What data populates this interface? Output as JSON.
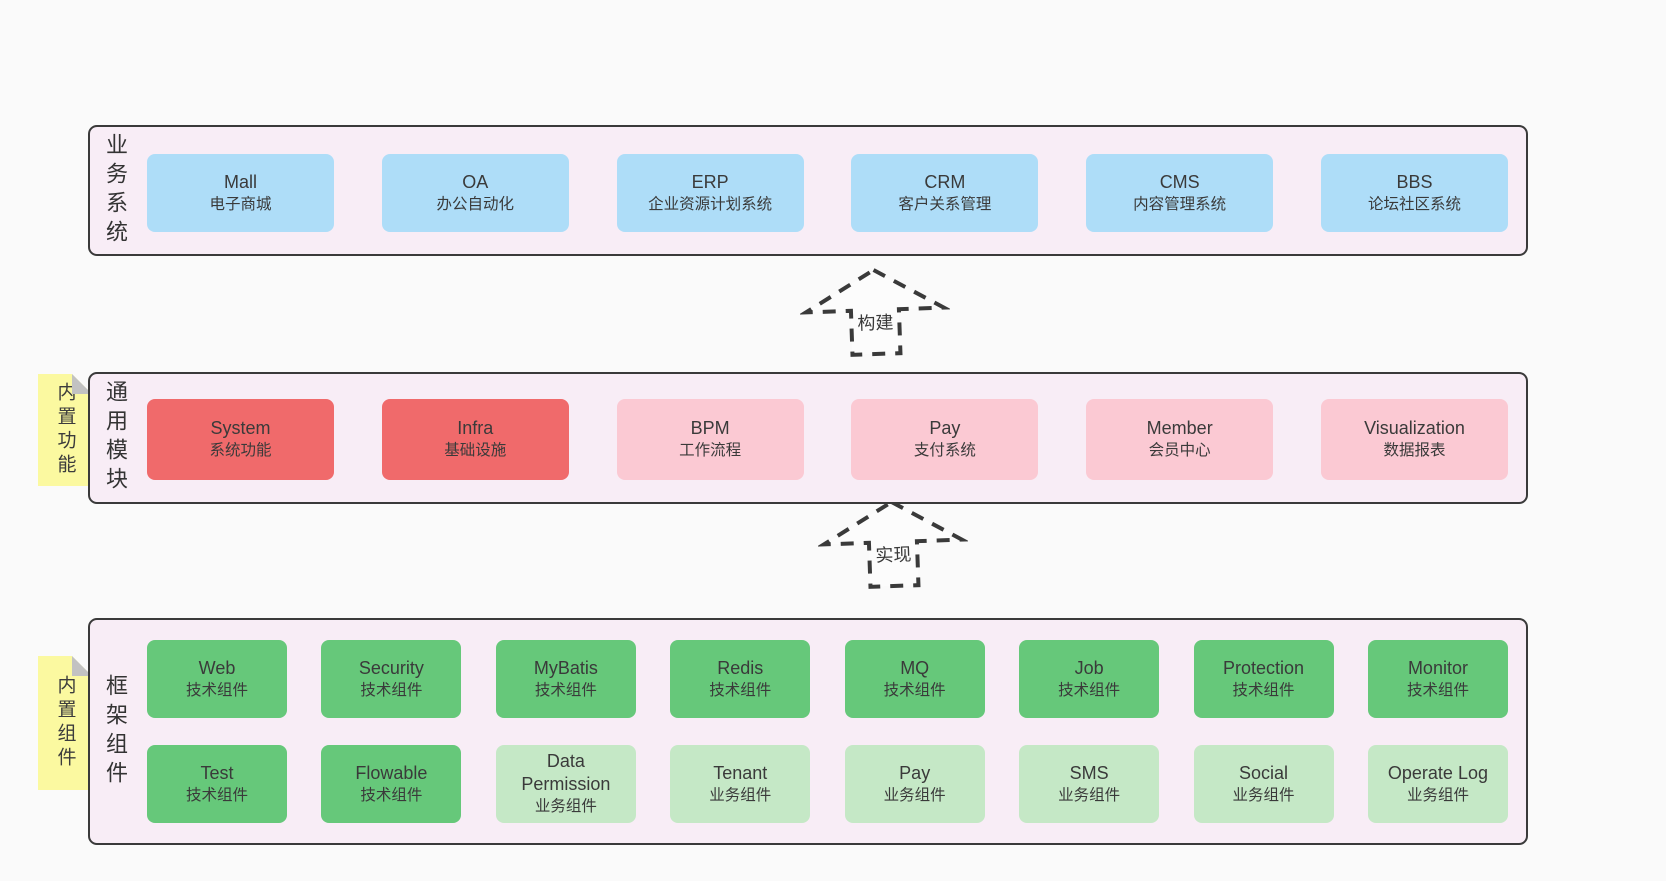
{
  "colors": {
    "page_bg": "#fafafa",
    "container_bg": "#f8edf6",
    "container_border": "#3a3a3a",
    "business_box_blue": "#aeddf8",
    "module_box_red": "#f06a6b",
    "module_box_pink": "#fbc9d3",
    "tech_box_green": "#66c87a",
    "biz_box_light_green": "#c5e8c6",
    "sticky_yellow": "#fbf9a0",
    "text": "#3a3a3a"
  },
  "business_layer": {
    "label": "业务系统",
    "boxes": [
      {
        "title": "Mall",
        "subtitle": "电子商城"
      },
      {
        "title": "OA",
        "subtitle": "办公自动化"
      },
      {
        "title": "ERP",
        "subtitle": "企业资源计划系统"
      },
      {
        "title": "CRM",
        "subtitle": "客户关系管理"
      },
      {
        "title": "CMS",
        "subtitle": "内容管理系统"
      },
      {
        "title": "BBS",
        "subtitle": "论坛社区系统"
      }
    ]
  },
  "build_arrow": {
    "label": "构建"
  },
  "module_layer": {
    "label": "通用模块",
    "sticky": "内置功能",
    "boxes": [
      {
        "title": "System",
        "subtitle": "系统功能",
        "variant": "red"
      },
      {
        "title": "Infra",
        "subtitle": "基础设施",
        "variant": "red"
      },
      {
        "title": "BPM",
        "subtitle": "工作流程",
        "variant": "pink"
      },
      {
        "title": "Pay",
        "subtitle": "支付系统",
        "variant": "pink"
      },
      {
        "title": "Member",
        "subtitle": "会员中心",
        "variant": "pink"
      },
      {
        "title": "Visualization",
        "subtitle": "数据报表",
        "variant": "pink"
      }
    ]
  },
  "implement_arrow": {
    "label": "实现"
  },
  "component_layer": {
    "label": "框架组件",
    "sticky": "内置组件",
    "row1": [
      {
        "title": "Web",
        "subtitle": "技术组件",
        "variant": "green"
      },
      {
        "title": "Security",
        "subtitle": "技术组件",
        "variant": "green"
      },
      {
        "title": "MyBatis",
        "subtitle": "技术组件",
        "variant": "green"
      },
      {
        "title": "Redis",
        "subtitle": "技术组件",
        "variant": "green"
      },
      {
        "title": "MQ",
        "subtitle": "技术组件",
        "variant": "green"
      },
      {
        "title": "Job",
        "subtitle": "技术组件",
        "variant": "green"
      },
      {
        "title": "Protection",
        "subtitle": "技术组件",
        "variant": "green"
      },
      {
        "title": "Monitor",
        "subtitle": "技术组件",
        "variant": "green"
      }
    ],
    "row2": [
      {
        "title": "Test",
        "subtitle": "技术组件",
        "variant": "green"
      },
      {
        "title": "Flowable",
        "subtitle": "技术组件",
        "variant": "green"
      },
      {
        "title": "Data Permission",
        "subtitle": "业务组件",
        "variant": "light-green"
      },
      {
        "title": "Tenant",
        "subtitle": "业务组件",
        "variant": "light-green"
      },
      {
        "title": "Pay",
        "subtitle": "业务组件",
        "variant": "light-green"
      },
      {
        "title": "SMS",
        "subtitle": "业务组件",
        "variant": "light-green"
      },
      {
        "title": "Social",
        "subtitle": "业务组件",
        "variant": "light-green"
      },
      {
        "title": "Operate Log",
        "subtitle": "业务组件",
        "variant": "light-green"
      }
    ]
  }
}
